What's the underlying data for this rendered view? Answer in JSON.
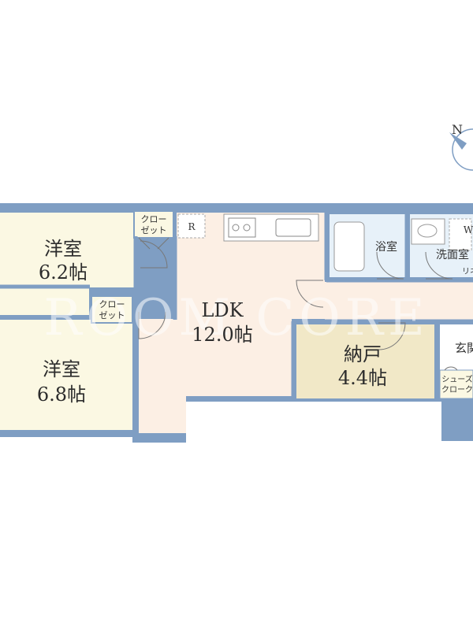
{
  "plan": {
    "rooms": {
      "bedroom1": {
        "name": "洋室",
        "size": "6.2帖"
      },
      "bedroom2": {
        "name": "洋室",
        "size": "6.8帖"
      },
      "ldk": {
        "name": "LDK",
        "size": "12.0帖"
      },
      "storage": {
        "name": "納戸",
        "size": "4.4帖"
      },
      "bath": {
        "name": "浴室"
      },
      "washroom": {
        "name": "洗面室"
      },
      "entrance": {
        "name": "玄関"
      }
    },
    "closets": {
      "closet1": {
        "line1": "クロー",
        "line2": "ゼット"
      },
      "closet2": {
        "line1": "クロー",
        "line2": "ゼット"
      },
      "shoes": {
        "line1": "シューズ",
        "line2": "クローク"
      }
    },
    "marks": {
      "refrigerator": "R",
      "washer": "W",
      "linen": "リネ"
    },
    "compass": "N",
    "watermark": "ROOM CORE"
  },
  "colors": {
    "wall": "#7f9ec3",
    "bedroom": "#fbf8e3",
    "ldk": "#fcefe4",
    "storage": "#f1e8c7",
    "wet": "#e7f1f9",
    "closet": "#fbf8e3"
  }
}
